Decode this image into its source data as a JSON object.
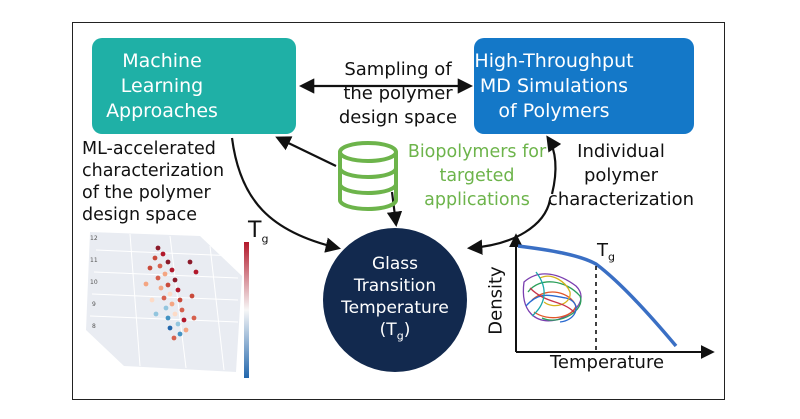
{
  "ml_box": {
    "line1": "Machine",
    "line2": "Learning",
    "line3": "Approaches"
  },
  "md_box": {
    "line1": "High-Throughput",
    "line2": "MD Simulations",
    "line3": "of Polymers"
  },
  "sampling": {
    "line1": "Sampling of",
    "line2": "the polymer",
    "line3": "design space"
  },
  "ml_accel": {
    "line1": "ML-accelerated",
    "line2": "characterization",
    "line3": "of the polymer",
    "line4": "design space"
  },
  "individual": {
    "line1": "Individual",
    "line2": "polymer",
    "line3": "characterization"
  },
  "biopolymers": {
    "line1": "Biopolymers for",
    "line2": "targeted",
    "line3": "applications"
  },
  "glass": {
    "line1": "Glass",
    "line2": "Transition",
    "line3": "Temperature",
    "line4_base": "(T",
    "line4_sub": "g",
    "line4_end": ")"
  },
  "scatter_legend": {
    "base": "T",
    "sub": "g"
  },
  "plot": {
    "ylabel": "Density",
    "xlabel": "Temperature",
    "tg_base": "T",
    "tg_sub": "g"
  },
  "colors": {
    "ml_teal": "#1fb0a6",
    "md_blue": "#1478c8",
    "navy": "#12294e",
    "bio_green": "#6db44b",
    "curve_blue": "#3a6fc4"
  },
  "icons": [
    "neural-network-icon",
    "cube-scan-icon",
    "database-icon"
  ]
}
